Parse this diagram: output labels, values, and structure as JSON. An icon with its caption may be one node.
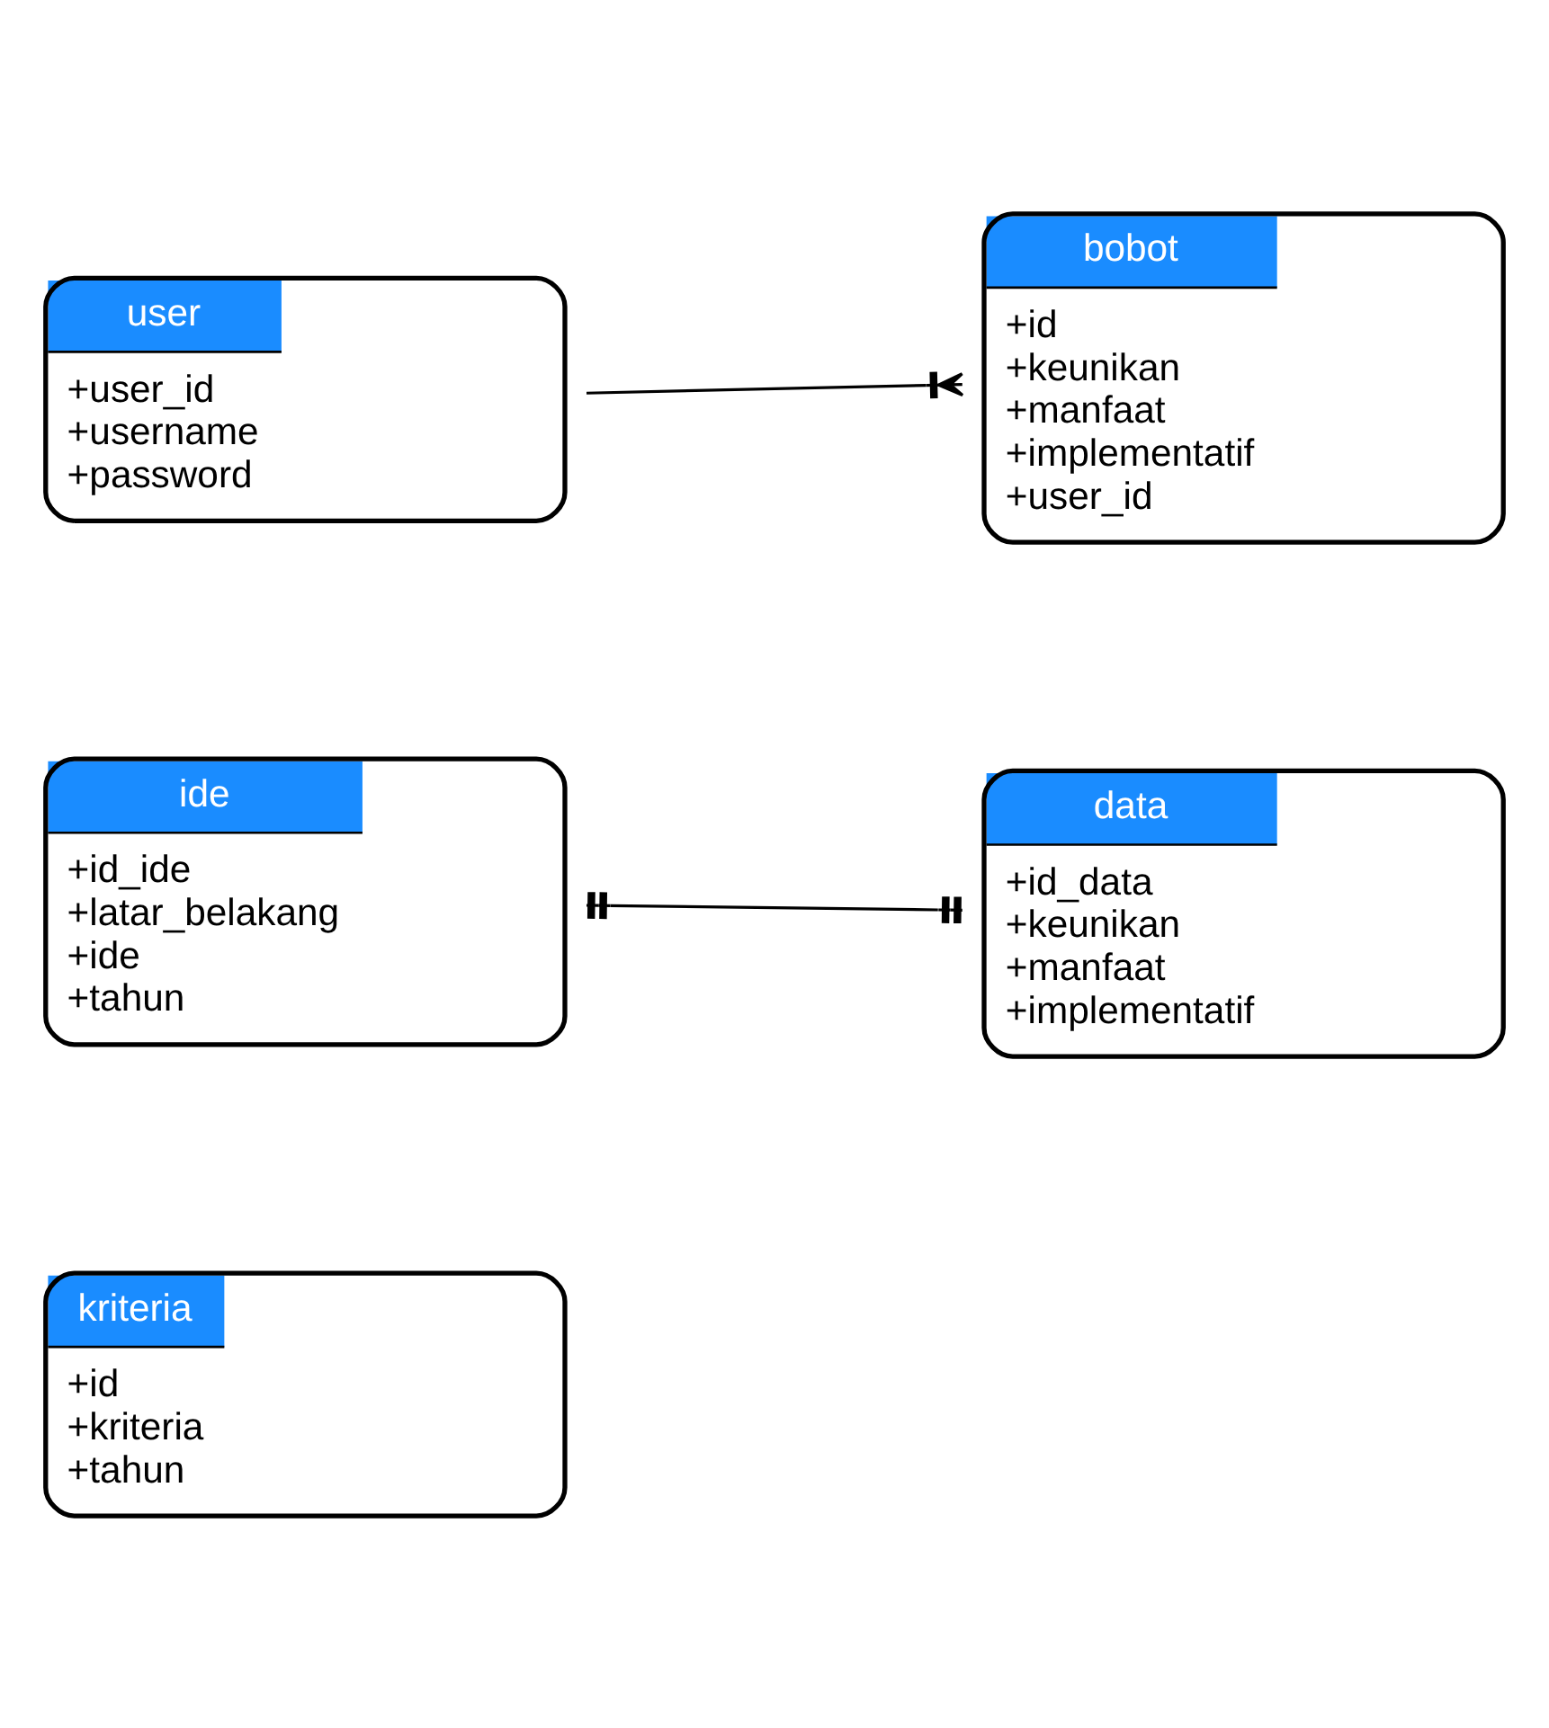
{
  "diagram": {
    "nodes": [
      {
        "text": [
          "user",
          "+user_id",
          "+username",
          "+password"
        ]
      },
      {
        "text": [
          "bobot",
          "+id",
          "+keunikan",
          "+manfaat",
          "+implementatif",
          "+user_id"
        ]
      },
      {
        "text": [
          "ide",
          "+id_ide",
          "+latar_belakang",
          "+ide",
          "+tahun"
        ]
      },
      {
        "text": [
          "data",
          "+id_data",
          "+keunikan",
          "+manfaat",
          "+implementatif"
        ]
      },
      {
        "text": [
          "kriteria",
          "+id",
          "+kriteria",
          "+tahun"
        ]
      }
    ],
    "edges": [
      {
        "from": 0,
        "to": 1,
        "arrow": "other"
      },
      {
        "from": 2,
        "to": 3,
        "arrow": "other"
      }
    ]
  }
}
